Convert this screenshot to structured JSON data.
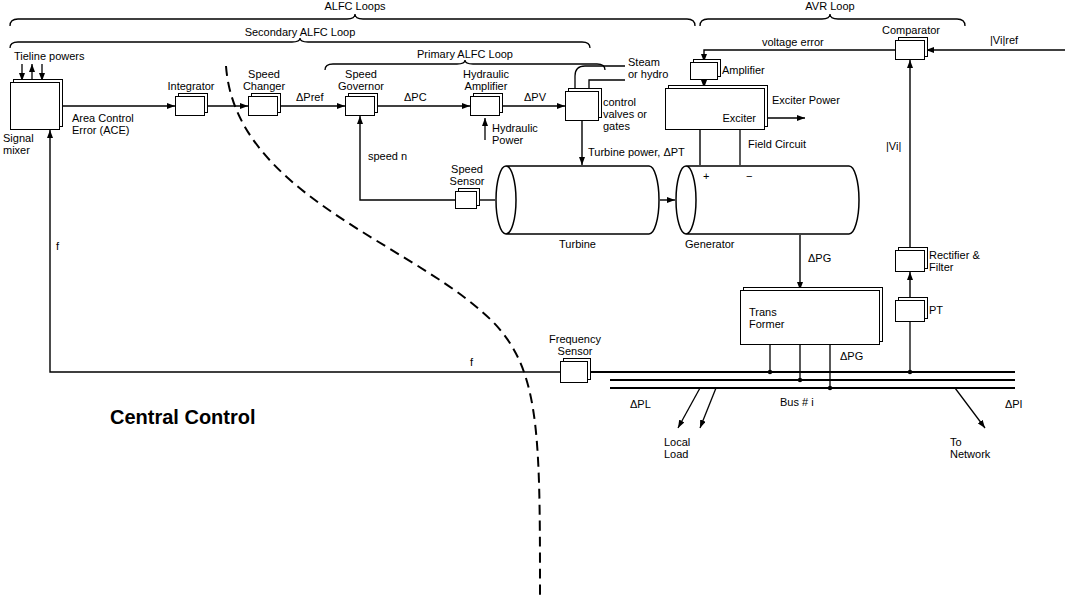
{
  "diagram": {
    "nodes": [
      {
        "text": [
          "Signal mixer"
        ]
      },
      {
        "text": [
          "Integrator"
        ]
      },
      {
        "text": [
          "Speed Changer"
        ]
      },
      {
        "text": [
          "Speed Governor"
        ]
      },
      {
        "text": [
          "Hydraulic Amplifier"
        ]
      },
      {
        "text": [
          "control valves or gates"
        ]
      },
      {
        "text": [
          "Speed Sensor"
        ]
      },
      {
        "text": [
          "Turbine"
        ]
      },
      {
        "text": [
          "Generator"
        ]
      },
      {
        "text": [
          "Trans Former"
        ]
      },
      {
        "text": [
          "Frequency Sensor"
        ]
      },
      {
        "text": [
          "Amplifier"
        ]
      },
      {
        "text": [
          "Exciter"
        ]
      },
      {
        "text": [
          "Comparator"
        ]
      },
      {
        "text": [
          "Rectifier & Filter"
        ]
      },
      {
        "text": [
          "PT"
        ]
      }
    ],
    "edges": [
      {
        "from": 0,
        "to": 1,
        "arrow": "to"
      },
      {
        "from": 1,
        "to": 2,
        "arrow": "to"
      },
      {
        "from": 2,
        "to": 3,
        "arrow": "to",
        "label": "ΔPref"
      },
      {
        "from": 3,
        "to": 4,
        "arrow": "to",
        "label": "ΔPC"
      },
      {
        "from": 4,
        "to": 5,
        "arrow": "to",
        "label": "ΔPV"
      },
      {
        "from": 5,
        "to": 7,
        "arrow": "to"
      },
      {
        "from": 7,
        "to": 8,
        "arrow": "to",
        "label": "Turbine power, ΔPT"
      },
      {
        "from": 6,
        "to": 3,
        "arrow": "to",
        "label": "speed n"
      },
      {
        "from": 8,
        "to": 9,
        "arrow": "to",
        "label": "ΔPG"
      },
      {
        "from": 10,
        "to": 0,
        "arrow": "to"
      },
      {
        "from": 13,
        "to": 11,
        "arrow": "to",
        "label": "voltage error"
      },
      {
        "from": 11,
        "to": 12,
        "arrow": "to"
      },
      {
        "from": 12,
        "to": 8,
        "arrow": "none",
        "label": "Field Circuit"
      },
      {
        "from": 15,
        "to": 14,
        "arrow": "to"
      },
      {
        "from": 14,
        "to": 13,
        "arrow": "to",
        "label": "|Vi|"
      },
      {
        "from": 7,
        "to": 6,
        "arrow": "none"
      }
    ],
    "labels": [
      "ALFC Loops",
      "AVR Loop",
      "Secondary ALFC Loop",
      "Primary ALFC Loop",
      "Tieline powers",
      "Area Control Error (ACE)",
      "Steam or hydro",
      "Hydraulic Power",
      "Exciter Power",
      "|Vi|ref",
      "f",
      "f",
      "+",
      "−",
      "ΔPG",
      "Bus # i",
      "ΔPL",
      "Local Load",
      "To Network",
      "ΔPl",
      "Central Control"
    ]
  }
}
